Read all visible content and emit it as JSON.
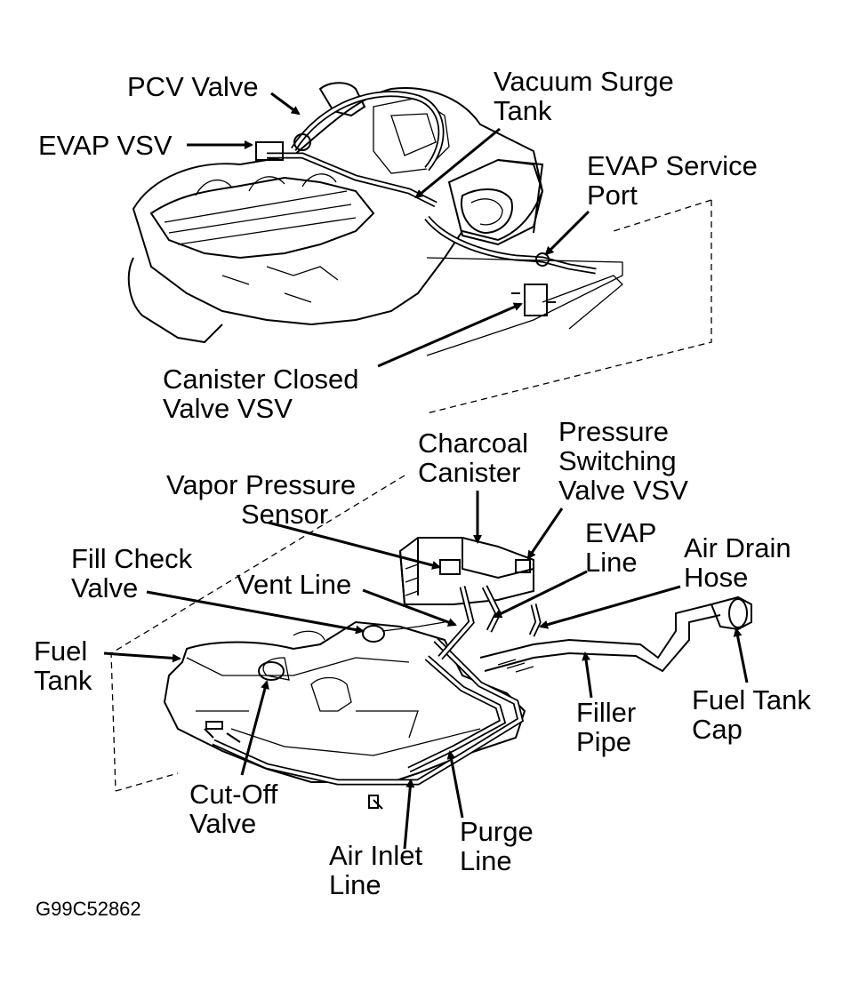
{
  "labels": {
    "pcv_valve": "PCV Valve",
    "evap_vsv": "EVAP VSV",
    "vacuum_surge_tank": [
      "Vacuum Surge",
      "Tank"
    ],
    "evap_service_port": [
      "EVAP Service",
      "Port"
    ],
    "canister_closed_valve_vsv": [
      "Canister Closed",
      "Valve VSV"
    ],
    "charcoal_canister": [
      "Charcoal",
      "Canister"
    ],
    "pressure_switching_valve_vsv": [
      "Pressure",
      "Switching",
      "Valve VSV"
    ],
    "vapor_pressure_sensor": [
      "Vapor Pressure",
      "Sensor"
    ],
    "evap_line": [
      "EVAP",
      "Line"
    ],
    "air_drain_hose": [
      "Air Drain",
      "Hose"
    ],
    "fill_check_valve": [
      "Fill Check",
      "Valve"
    ],
    "vent_line": "Vent Line",
    "fuel_tank": [
      "Fuel",
      "Tank"
    ],
    "cut_off_valve": [
      "Cut-Off",
      "Valve"
    ],
    "air_inlet_line": [
      "Air Inlet",
      "Line"
    ],
    "purge_line": [
      "Purge",
      "Line"
    ],
    "filler_pipe": [
      "Filler",
      "Pipe"
    ],
    "fuel_tank_cap": [
      "Fuel Tank",
      "Cap"
    ]
  },
  "figure_code": "G99C52862"
}
